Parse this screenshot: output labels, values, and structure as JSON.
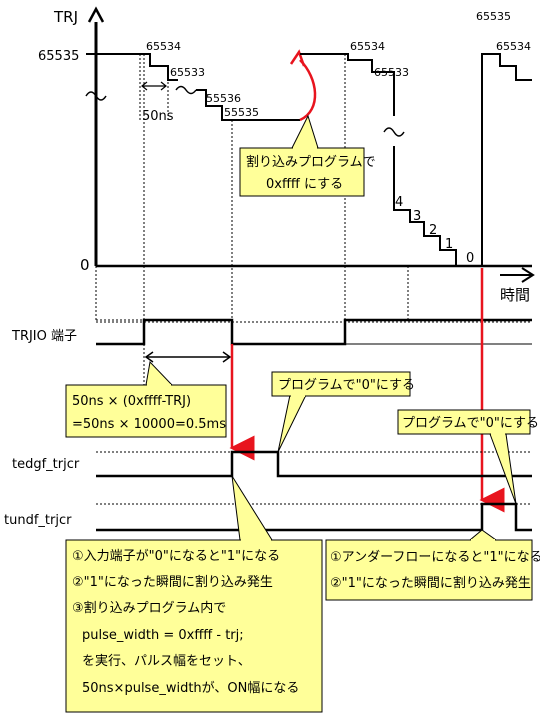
{
  "axis": {
    "y_title": "TRJ",
    "y_max_label": "65535",
    "y_zero_label": "0",
    "x_title": "時間"
  },
  "staircase_1": {
    "v1": "65534",
    "v2": "65533",
    "v3": "55536",
    "v4": "55535",
    "step_time": "50ns"
  },
  "staircase_2": {
    "v1": "65534",
    "v2": "65533",
    "v3": "4",
    "v4": "3",
    "v5": "2",
    "v6": "1",
    "v7": "0"
  },
  "reload": {
    "top_label": "65535",
    "after_label": "65534"
  },
  "callout_interrupt": {
    "line1": "割り込みプログラムで",
    "line2": "0xffff にする"
  },
  "signals": {
    "trjio": "TRJIO 端子",
    "tedgf": "tedgf_trjcr",
    "tundf": "tundf_trjcr"
  },
  "callout_width": {
    "line1": "50ns × (0xffff-TRJ)",
    "line2": "=50ns × 10000=0.5ms"
  },
  "callout_clear1": {
    "text": "プログラムで\"0\"にする"
  },
  "callout_clear2": {
    "text": "プログラムで\"0\"にする"
  },
  "note_left": {
    "line1": "①入力端子が\"0\"になると\"1\"になる",
    "line2": "②\"1\"になった瞬間に割り込み発生",
    "line3": "③割り込みプログラム内で",
    "line4": "pulse_width = 0xffff - trj;",
    "line5": "を実行、パルス幅をセット、",
    "line6": "50ns×pulse_widthが、ON幅になる"
  },
  "note_right": {
    "line1": "①アンダーフローになると\"1\"になる",
    "line2": "②\"1\"になった瞬間に割り込み発生"
  },
  "colors": {
    "callout_fill": "#ffff99",
    "arrow": "#e8141e",
    "line": "#000000"
  }
}
